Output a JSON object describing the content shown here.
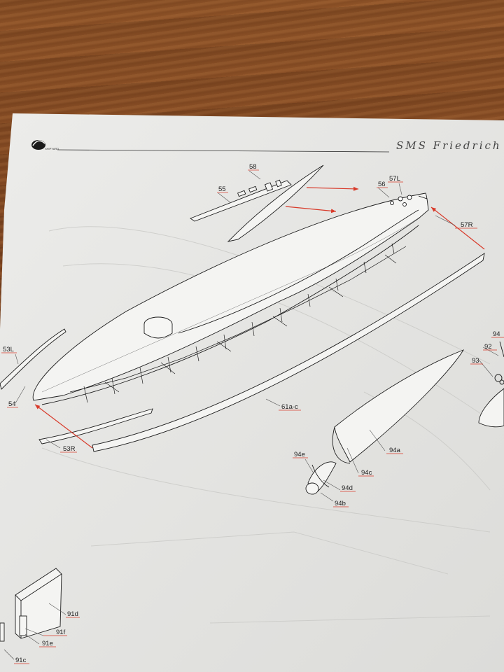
{
  "header": {
    "brand_text": "SHIPYARD",
    "ship_title": "SMS Friedrich"
  },
  "parts": {
    "p58": "58",
    "p55": "55",
    "p56": "56",
    "p57L": "57L",
    "p57R": "57R",
    "p53L": "53L",
    "p54": "54",
    "p53R": "53R",
    "p61": "61a-c",
    "p94": "94",
    "p92": "92",
    "p93": "93",
    "p94a": "94a",
    "p94c": "94c",
    "p94e": "94e",
    "p94d": "94d",
    "p94b": "94b",
    "p91d": "91d",
    "p91f": "91f",
    "p91e": "91e",
    "p91c": "91c"
  },
  "colors": {
    "assembly_arrow": "#d83a2a",
    "paper": "#e9e9e7",
    "ink": "#1c1c1c"
  }
}
